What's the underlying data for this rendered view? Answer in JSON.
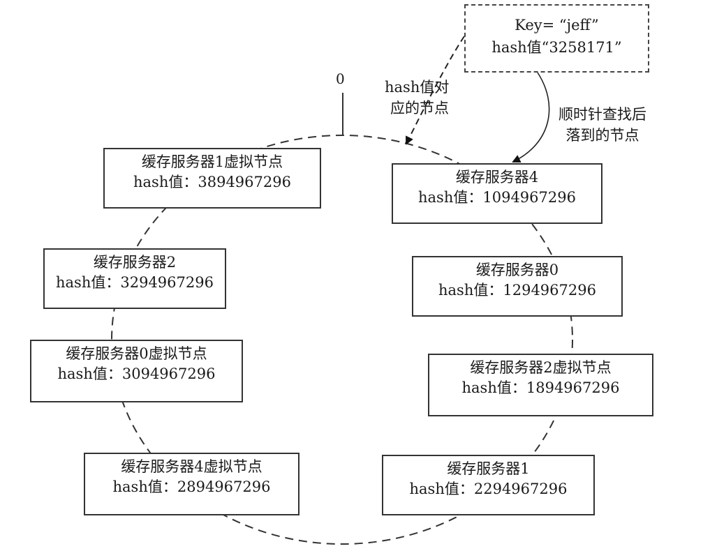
{
  "diagram": {
    "title": "Consistent hashing ring",
    "ring_origin_label": "0",
    "key_box": {
      "line1": "Key= “jeff”",
      "line2": "hash值“3258171”"
    },
    "annotations": {
      "hash_node_line1": "hash值对",
      "hash_node_line2": "应的节点",
      "clockwise_line1": "顺时针查找后",
      "clockwise_line2": "落到的节点"
    },
    "nodes": [
      {
        "name": "缓存服务器4",
        "hash_label": "hash值：1094967296",
        "hash": 1094967296
      },
      {
        "name": "缓存服务器0",
        "hash_label": "hash值：1294967296",
        "hash": 1294967296
      },
      {
        "name": "缓存服务器2虚拟节点",
        "hash_label": "hash值：1894967296",
        "hash": 1894967296
      },
      {
        "name": "缓存服务器1",
        "hash_label": "hash值：2294967296",
        "hash": 2294967296
      },
      {
        "name": "缓存服务器4虚拟节点",
        "hash_label": "hash值：2894967296",
        "hash": 2894967296
      },
      {
        "name": "缓存服务器0虚拟节点",
        "hash_label": "hash值：3094967296",
        "hash": 3094967296
      },
      {
        "name": "缓存服务器2",
        "hash_label": "hash值：3294967296",
        "hash": 3294967296
      },
      {
        "name": "缓存服务器1虚拟节点",
        "hash_label": "hash值：3894967296",
        "hash": 3894967296
      }
    ],
    "colors": {
      "stroke": "#333333",
      "text": "#1a1a1a",
      "background": "#ffffff"
    }
  }
}
